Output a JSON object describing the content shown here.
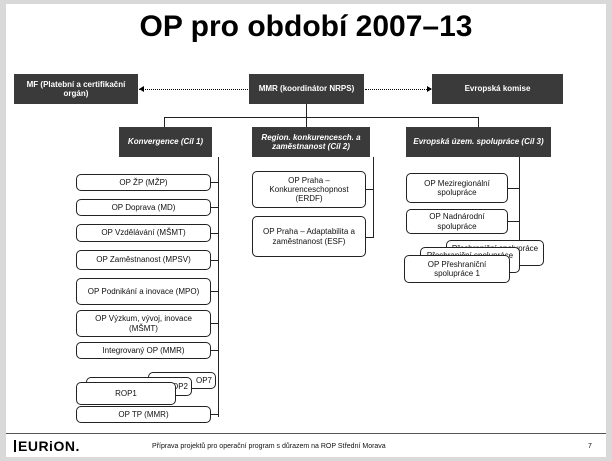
{
  "title": "OP pro období 2007–13",
  "top": {
    "left": "MF (Platební a certifikační orgán)",
    "center": "MMR (koordinátor NRPS)",
    "right": "Evropská komise"
  },
  "goals": [
    "Konvergence (Cíl 1)",
    "Region. konkurencesch. a zaměstnanost (Cíl 2)",
    "Evropská územ. spolupráce (Cíl 3)"
  ],
  "col1": [
    "OP ŽP (MŽP)",
    "OP Doprava (MD)",
    "OP Vzdělávání (MŠMT)",
    "OP Zaměstnanost (MPSV)",
    "OP Podnikání a inovace (MPO)",
    "OP Výzkum, vývoj, inovace (MŠMT)",
    "Integrovaný OP (MMR)"
  ],
  "rop": {
    "front": "ROP1",
    "mid": "ROP2",
    "back": "OP7"
  },
  "col1_last": "OP TP (MMR)",
  "col2": [
    "OP Praha – Konkurenceschopnost (ERDF)",
    "OP Praha – Adaptabilita a zaměstnanost (ESF)"
  ],
  "col3": [
    "OP Meziregionální spolupráce",
    "OP Nadnárodní spolupráce"
  ],
  "cross": {
    "front": "OP Přeshraniční spolupráce 1",
    "back1": "Přeshraniční spolupráce 5",
    "back2": "Přeshraniční spolupráce 1"
  },
  "footer": {
    "logo": "EURiON.",
    "text": "Příprava projektů pro operační program s důrazem na ROP Střední Morava",
    "page": "7"
  }
}
